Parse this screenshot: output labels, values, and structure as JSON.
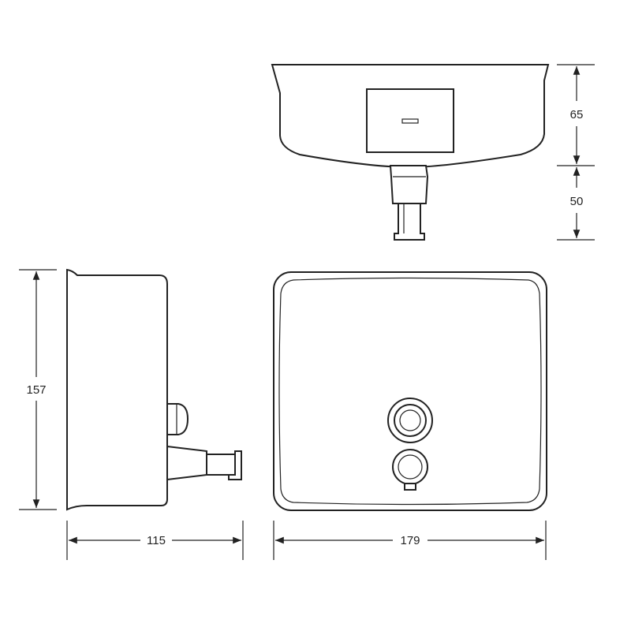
{
  "dimensions": {
    "top_upper": "65",
    "top_lower": "50",
    "side_height": "157",
    "side_depth": "115",
    "front_width": "179"
  },
  "colors": {
    "line": "#222222",
    "background": "#ffffff"
  }
}
